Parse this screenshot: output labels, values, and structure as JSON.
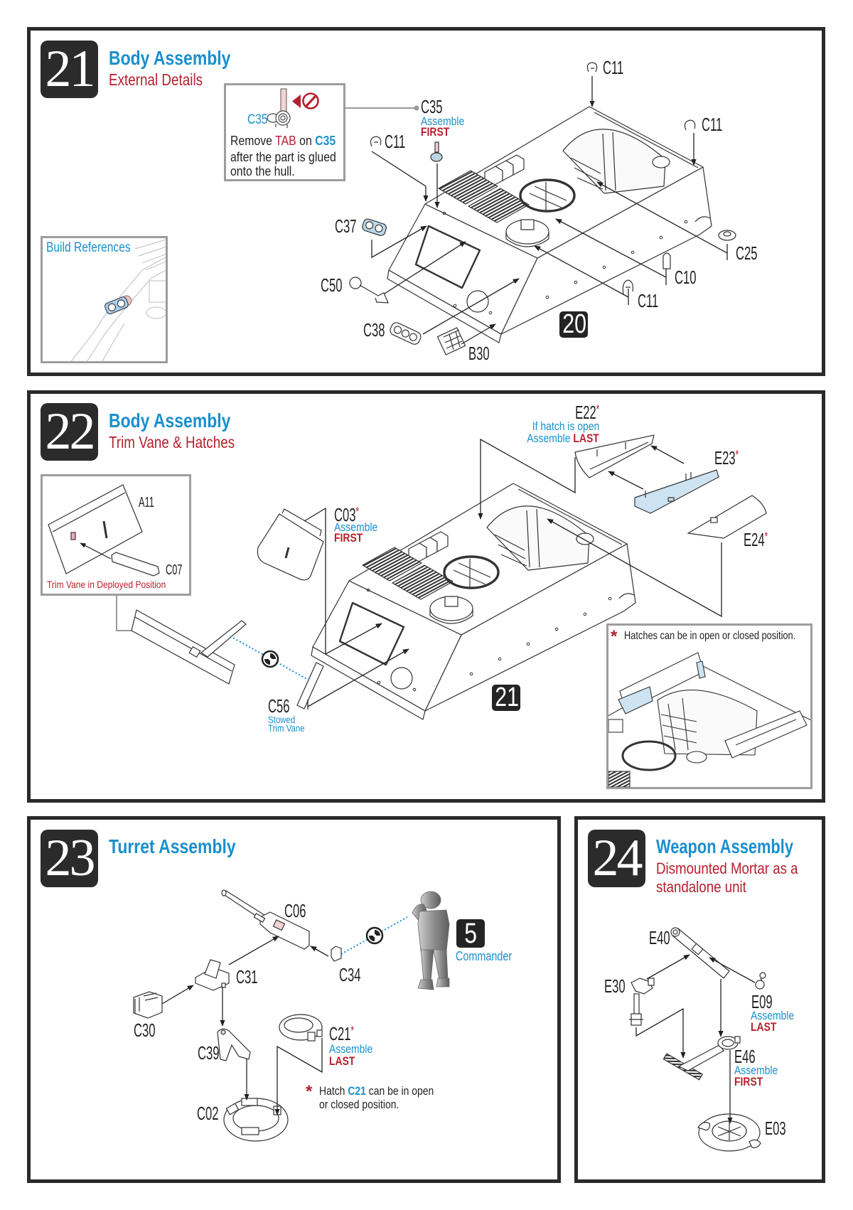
{
  "colors": {
    "blue": "#1b8fcd",
    "red": "#b6202e",
    "frame": "#2b2b2b",
    "badge": "#2b2b2b",
    "highlight": "#cde3f2",
    "tab_pink": "#f3d3d6",
    "inset_border": "#9d9d9d"
  },
  "icons": {
    "glue_point": "glue-point-icon",
    "remove_tab": "remove-tab-icon",
    "arrow": "arrow-icon"
  },
  "step21": {
    "number": "21",
    "title": "Body Assembly",
    "subtitle": "External Details",
    "tab_note": {
      "part": "C35",
      "line1": {
        "pre": "Remove ",
        "tab": "TAB",
        "mid": " on ",
        "part": "C35"
      },
      "line2": "after the part is glued",
      "line3": "onto the hull."
    },
    "build_references": "Build References",
    "callouts": [
      {
        "label": "C11"
      },
      {
        "label": "C35",
        "note": "Assemble",
        "order": "FIRST"
      },
      {
        "label": "C11"
      },
      {
        "label": "C11"
      },
      {
        "label": "C37"
      },
      {
        "label": "C25"
      },
      {
        "label": "C10"
      },
      {
        "label": "C50"
      },
      {
        "label": "C11"
      },
      {
        "label": "C38"
      },
      {
        "label": "B30"
      }
    ],
    "previous_step_ref": "20"
  },
  "step22": {
    "number": "22",
    "title": "Body Assembly",
    "subtitle": "Trim Vane & Hatches",
    "trim_vane_inset": {
      "labels": [
        "A11",
        "C07"
      ],
      "caption": "Trim Vane in Deployed Position"
    },
    "callouts": [
      {
        "label": "C03",
        "asterisk": "*",
        "note": "Assemble",
        "order": "FIRST"
      },
      {
        "label": "E22",
        "asterisk": "*",
        "condition": "If hatch is open",
        "note": "Assemble ",
        "order": "LAST"
      },
      {
        "label": "E23",
        "asterisk": "*"
      },
      {
        "label": "E24",
        "asterisk": "*"
      },
      {
        "label": "C56",
        "caption_line1": "Stowed",
        "caption_line2": "Trim Vane"
      }
    ],
    "hatch_note": {
      "asterisk": "*",
      "text": "Hatches can be in open or closed position."
    },
    "previous_step_ref": "21"
  },
  "step23": {
    "number": "23",
    "title": "Turret Assembly",
    "callouts": [
      {
        "label": "C06"
      },
      {
        "label": "C31"
      },
      {
        "label": "C34"
      },
      {
        "label": "C30"
      },
      {
        "label": "C39"
      },
      {
        "label": "C21",
        "asterisk": "*",
        "note": "Assemble",
        "order": "LAST"
      },
      {
        "label": "C02"
      }
    ],
    "figure": {
      "number": "5",
      "name": "Commander"
    },
    "hatch_note": {
      "asterisk": "*",
      "pre": "Hatch ",
      "part": "C21",
      "post": " can be in open",
      "line2": "or closed position."
    }
  },
  "step24": {
    "number": "24",
    "title": "Weapon Assembly",
    "subtitle_lines": [
      "Dismounted Mortar as a",
      "standalone unit"
    ],
    "callouts": [
      {
        "label": "E40"
      },
      {
        "label": "E30"
      },
      {
        "label": "E09",
        "note": "Assemble",
        "order": "LAST"
      },
      {
        "label": "E46",
        "note": "Assemble",
        "order": "FIRST"
      },
      {
        "label": "E03"
      }
    ]
  }
}
